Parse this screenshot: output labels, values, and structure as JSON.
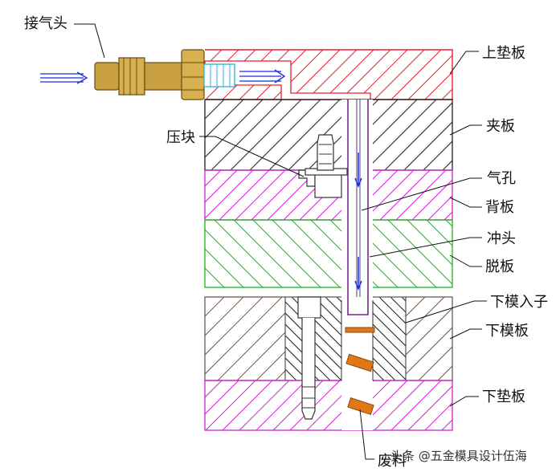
{
  "labels": {
    "air_connector": "接气头",
    "top_plate": "上垫板",
    "clamp_plate": "夹板",
    "press_block": "压块",
    "air_hole": "气孔",
    "back_plate": "背板",
    "punch": "冲头",
    "stripper_plate": "脱板",
    "die_insert": "下模入子",
    "lower_die_plate": "下模板",
    "lower_backing_plate": "下垫板",
    "scrap": "废料"
  },
  "watermark": "头条 @五金模具设计伍海",
  "colors": {
    "top_plate": "#e8202a",
    "clamp_plate": "#202020",
    "back_plate": "#d21fd2",
    "stripper_plate": "#18b818",
    "lower_die_plate": "#6e5a50",
    "lower_backing_plate": "#d21fd2",
    "air_flow": "#1a2ee0",
    "connector": "#c8a040",
    "scrap": "#e07818",
    "air_channel": "#33b6d6"
  }
}
